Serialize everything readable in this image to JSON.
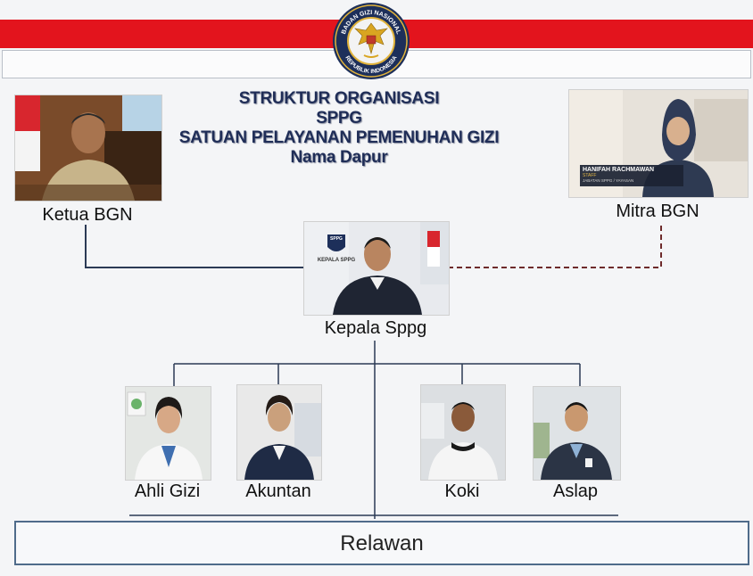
{
  "header": {
    "logo_text_top": "BADAN GIZI NASIONAL",
    "logo_text_bottom": "REPUBLIK INDONESIA"
  },
  "title": {
    "line1": "STRUKTUR ORGANISASI",
    "line2": "SPPG",
    "line3": "SATUAN PELAYANAN PEMENUHAN GIZI",
    "line4": "Nama Dapur"
  },
  "nodes": {
    "ketua": {
      "label": "Ketua BGN"
    },
    "mitra": {
      "label": "Mitra BGN",
      "caption_name": "HANIFAH RACHMAWAN",
      "caption_role": "STAFF",
      "caption_sub": "JABATAN SPPG / YAYASAN"
    },
    "kepala": {
      "label": "Kepala Sppg",
      "photo_sign": "KEPALA SPPG",
      "photo_badge": "SPPG"
    },
    "ahli_gizi": {
      "label": "Ahli Gizi"
    },
    "akuntan": {
      "label": "Akuntan"
    },
    "koki": {
      "label": "Koki"
    },
    "aslap": {
      "label": "Aslap"
    },
    "relawan": {
      "label": "Relawan"
    }
  },
  "colors": {
    "red_band": "#e3141d",
    "title_text": "#1f2d57",
    "solid_connector": "#2b3a55",
    "dashed_connector": "#6e2b2b",
    "relawan_border": "#4f6b8a"
  }
}
